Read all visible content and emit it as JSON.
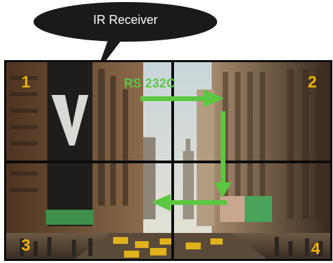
{
  "callout": {
    "label": "IR Receiver",
    "fill": "#1a1a1a",
    "text_color": "#ffffff"
  },
  "signal": {
    "label": "RS 232C",
    "color": "#5cc742"
  },
  "screens": [
    {
      "number": "1"
    },
    {
      "number": "2"
    },
    {
      "number": "3"
    },
    {
      "number": "4"
    }
  ],
  "colors": {
    "screen_number": "#f0b400",
    "bezel": "#0b0b0b"
  },
  "grid": {
    "columns": 2,
    "rows": 2
  }
}
